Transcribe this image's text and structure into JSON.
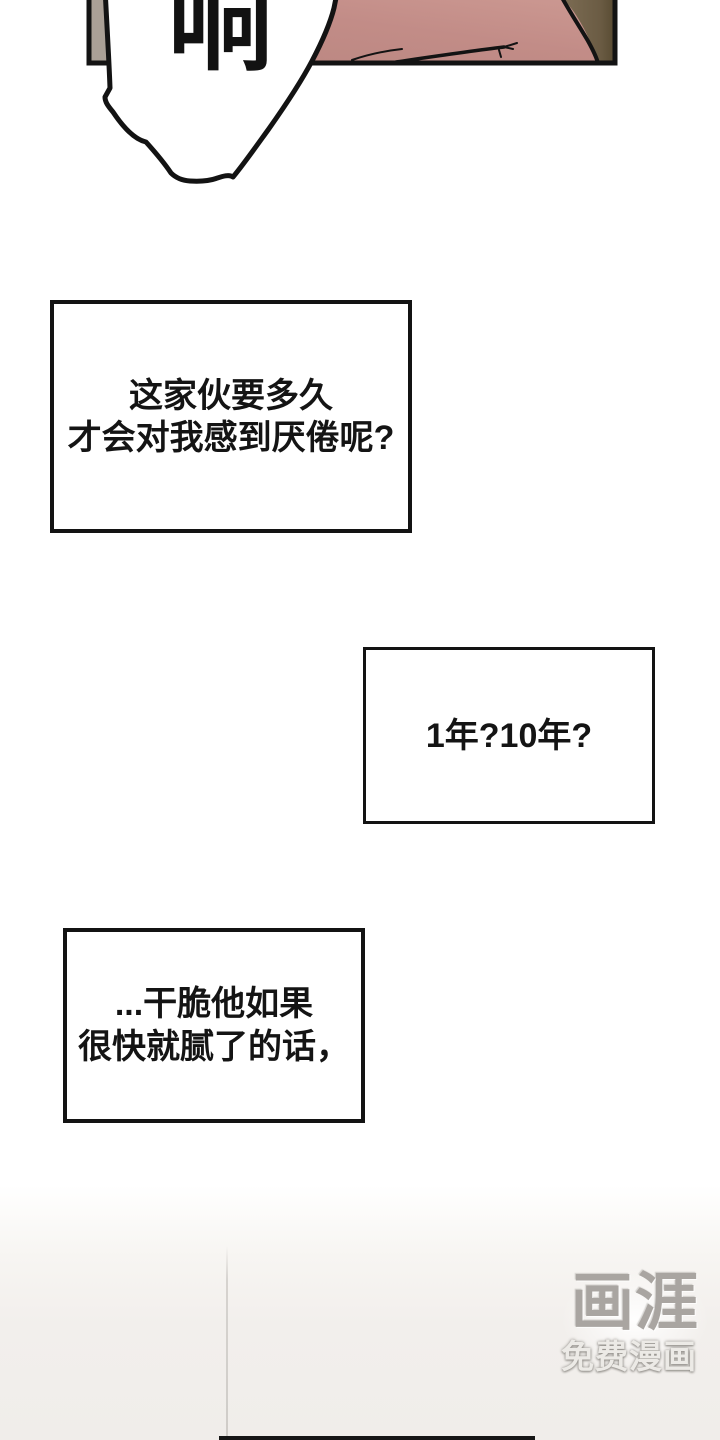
{
  "speech_bubble": {
    "text": "响"
  },
  "thought_boxes": [
    {
      "lines": [
        "这家伙要多久",
        "才会对我感到厌倦呢?"
      ]
    },
    {
      "lines": [
        "1年?10年?"
      ]
    },
    {
      "lines": [
        "...干脆他如果",
        "很快就腻了的话，"
      ]
    }
  ],
  "watermark": {
    "logo": "画涯",
    "tagline": "免费漫画"
  },
  "colors": {
    "ink_black": "#131313",
    "skin_pink": "#c28c87",
    "wall_gray": "#aaa096",
    "hair_brown": "#75664e",
    "bottom_background": "#f0edea",
    "watermark_gray": "#a9a5a1"
  }
}
